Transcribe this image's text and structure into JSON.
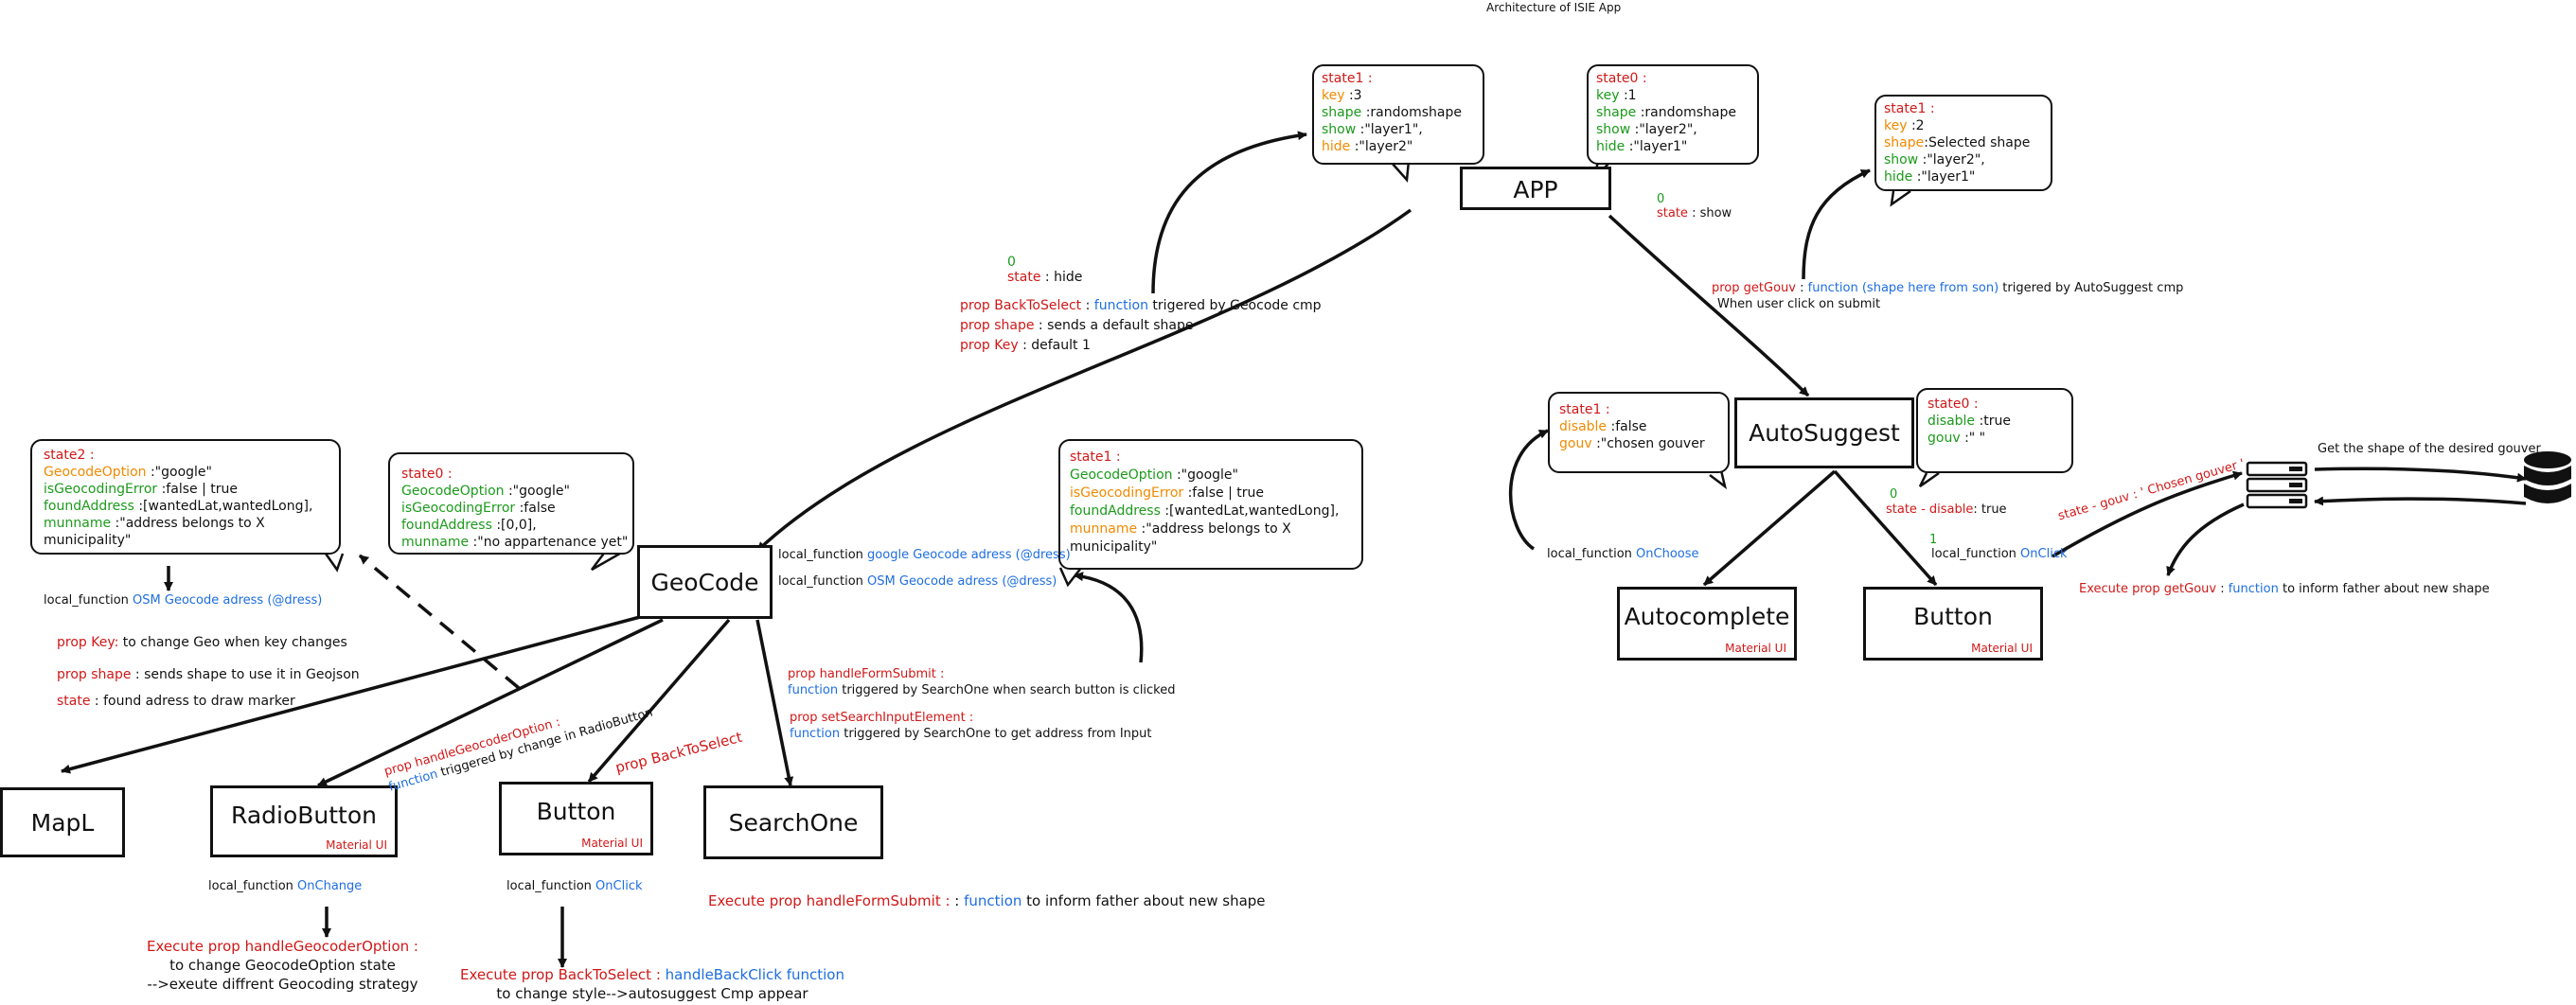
{
  "title": "Architecture of ISIE App",
  "nodes": {
    "app": "APP",
    "autosuggest": "AutoSuggest",
    "geocode": "GeoCode",
    "autocomplete": "Autocomplete",
    "button_as": "Button",
    "mapl": "MapL",
    "radiobutton": "RadioButton",
    "button_geo": "Button",
    "searchone": "SearchOne",
    "material_ui": "Material UI"
  },
  "bubbles": {
    "app_state1": [
      {
        "k": "state1 :",
        "v": "",
        "kc": "red"
      },
      {
        "k": "key",
        "v": " :3",
        "kc": "org"
      },
      {
        "k": "shape",
        "v": " :randomshape",
        "kc": "grn"
      },
      {
        "k": "show",
        "v": " :\"layer1\",",
        "kc": "grn"
      },
      {
        "k": "hide",
        "v": " :\"layer2\"",
        "kc": "org"
      }
    ],
    "app_state0": [
      {
        "k": "state0 :",
        "v": "",
        "kc": "red"
      },
      {
        "k": "key",
        "v": " :1",
        "kc": "grn"
      },
      {
        "k": "shape",
        "v": " :randomshape",
        "kc": "grn"
      },
      {
        "k": "show",
        "v": " :\"layer2\",",
        "kc": "grn"
      },
      {
        "k": "hide",
        "v": " :\"layer1\"",
        "kc": "grn"
      }
    ],
    "as_state1_top": [
      {
        "k": "state1 :",
        "v": "",
        "kc": "red"
      },
      {
        "k": "key",
        "v": " :2",
        "kc": "org"
      },
      {
        "k": "shape",
        "v": ":Selected shape",
        "kc": "org"
      },
      {
        "k": "show",
        "v": " :\"layer2\",",
        "kc": "grn"
      },
      {
        "k": "hide",
        "v": " :\"layer1\"",
        "kc": "grn"
      }
    ],
    "as_state1_left": [
      {
        "k": "state1 :",
        "v": "",
        "kc": "red"
      },
      {
        "k": "disable",
        "v": " :false",
        "kc": "org"
      },
      {
        "k": "gouv",
        "v": " :\"chosen gouver",
        "kc": "org"
      }
    ],
    "as_state0_right": [
      {
        "k": "state0 :",
        "v": "",
        "kc": "red"
      },
      {
        "k": "disable",
        "v": " :true",
        "kc": "grn"
      },
      {
        "k": "gouv",
        "v": " :\" \"",
        "kc": "grn"
      }
    ],
    "geo_state2": [
      {
        "k": "state2 :",
        "v": "",
        "kc": "red"
      },
      {
        "k": "GeocodeOption",
        "v": " :\"google\"",
        "kc": "org"
      },
      {
        "k": "isGeocodingError",
        "v": " :false | true",
        "kc": "grn"
      },
      {
        "k": "foundAddress",
        "v": " :[wantedLat,wantedLong],",
        "kc": "grn"
      },
      {
        "k": "munname",
        "v": " :\"address belongs to X",
        "kc": "grn"
      },
      {
        "k": "",
        "v": "municipality\"",
        "kc": "blk"
      }
    ],
    "geo_state0": [
      {
        "k": "state0 :",
        "v": "",
        "kc": "red"
      },
      {
        "k": "GeocodeOption",
        "v": " :\"google\"",
        "kc": "grn"
      },
      {
        "k": "isGeocodingError",
        "v": " :false",
        "kc": "grn"
      },
      {
        "k": "foundAddress",
        "v": " :[0,0],",
        "kc": "grn"
      },
      {
        "k": "munname",
        "v": " :\"no appartenance yet\"",
        "kc": "grn"
      }
    ],
    "geo_state1": [
      {
        "k": "state1 :",
        "v": "",
        "kc": "red"
      },
      {
        "k": "GeocodeOption",
        "v": " :\"google\"",
        "kc": "grn"
      },
      {
        "k": "isGeocodingError",
        "v": " :false | true",
        "kc": "org"
      },
      {
        "k": "foundAddress",
        "v": " :[wantedLat,wantedLong],",
        "kc": "grn"
      },
      {
        "k": "munname",
        "v": " :\"address belongs to X",
        "kc": "org"
      },
      {
        "k": "",
        "v": "municipality\"",
        "kc": "blk"
      }
    ]
  },
  "labels": {
    "app_state_hide_num": "0",
    "app_state_hide_k": "state",
    "app_state_hide_v": " : hide",
    "app_state_show_num": "0",
    "app_state_show_k": "state",
    "app_state_show_v": " : show",
    "prop_backtoselect_k": "prop BackToSelect",
    "prop_backtoselect_f": "function",
    "prop_backtoselect_v": " trigered by Geocode cmp",
    "prop_shape_k": "prop shape",
    "prop_shape_v": " : sends a default shape",
    "prop_key_k": "prop Key",
    "prop_key_v": " : default 1",
    "prop_getgouv_k": "prop getGouv",
    "prop_getgouv_f": "function (shape here from son)",
    "prop_getgouv_v": " trigered by AutoSuggest cmp",
    "prop_getgouv_v2": "When user click on submit",
    "get_shape": "Get the shape of the desired gouver",
    "state_gouv": "state - gouv : ' Chosen gouver '",
    "exec_getgouv_k": "Execute prop getGouv",
    "exec_getgouv_f": "function",
    "exec_getgouv_v": " to inform father about new shape",
    "state_disable_num": "0",
    "state_disable_k": "state - disable",
    "state_disable_v": ": true",
    "onclick_num": "1",
    "local_onclick_as_k": "local_function",
    "local_onclick_as_v": "OnClick",
    "local_onchoose_k": "local_function",
    "local_onchoose_v": "OnChoose",
    "local_google_k": "local_function",
    "local_google_v": "google Geocode adress (@dress)",
    "local_osm_k": "local_function",
    "local_osm_v": "OSM Geocode adress (@dress)",
    "local_osm_left_k": "local_function",
    "local_osm_left_v": "OSM Geocode adress (@dress)",
    "geo_prop_key_k": "prop Key:",
    "geo_prop_key_v": " to change Geo when key changes",
    "geo_prop_shape_k": "prop shape",
    "geo_prop_shape_v": " : sends shape to use it in Geojson",
    "geo_state_k": "state",
    "geo_state_v": " : found adress to draw marker",
    "handle_geocoder_k": "prop handleGeocoderOption :",
    "handle_geocoder_f": "function",
    "handle_geocoder_v": " triggered by change in RadioButton",
    "prop_backtoselect_geo": "prop BackToSelect",
    "handle_form_k": "prop handleFormSubmit :",
    "handle_form_f": "function",
    "handle_form_v": " triggered by SearchOne when search button is clicked",
    "set_search_k": "prop setSearchInputElement :",
    "set_search_f": "function",
    "set_search_v": " triggered by SearchOne to get address from Input",
    "local_onchange_k": "local_function",
    "local_onchange_v": "OnChange",
    "local_onclick_geo_k": "local_function",
    "local_onclick_geo_v": "OnClick",
    "exec_handle_geocoder_k": "Execute prop handleGeocoderOption :",
    "exec_handle_geocoder_v1": "to change GeocodeOption state",
    "exec_handle_geocoder_v2": "-->exeute diffrent Geocoding strategy",
    "exec_backtoselect_k": "Execute prop BackToSelect :",
    "exec_backtoselect_f": "handleBackClick function",
    "exec_backtoselect_v": "to change style-->autosuggest Cmp appear",
    "exec_formsubmit_k": "Execute prop handleFormSubmit :",
    "exec_formsubmit_f": "function",
    "exec_formsubmit_v": " to inform father about new shape"
  },
  "icons": [
    "server-icon",
    "database-icon"
  ],
  "colors": {
    "red": "#d01818",
    "orange": "#f08a00",
    "green": "#1c9a1c",
    "blue": "#1e6ee0"
  }
}
